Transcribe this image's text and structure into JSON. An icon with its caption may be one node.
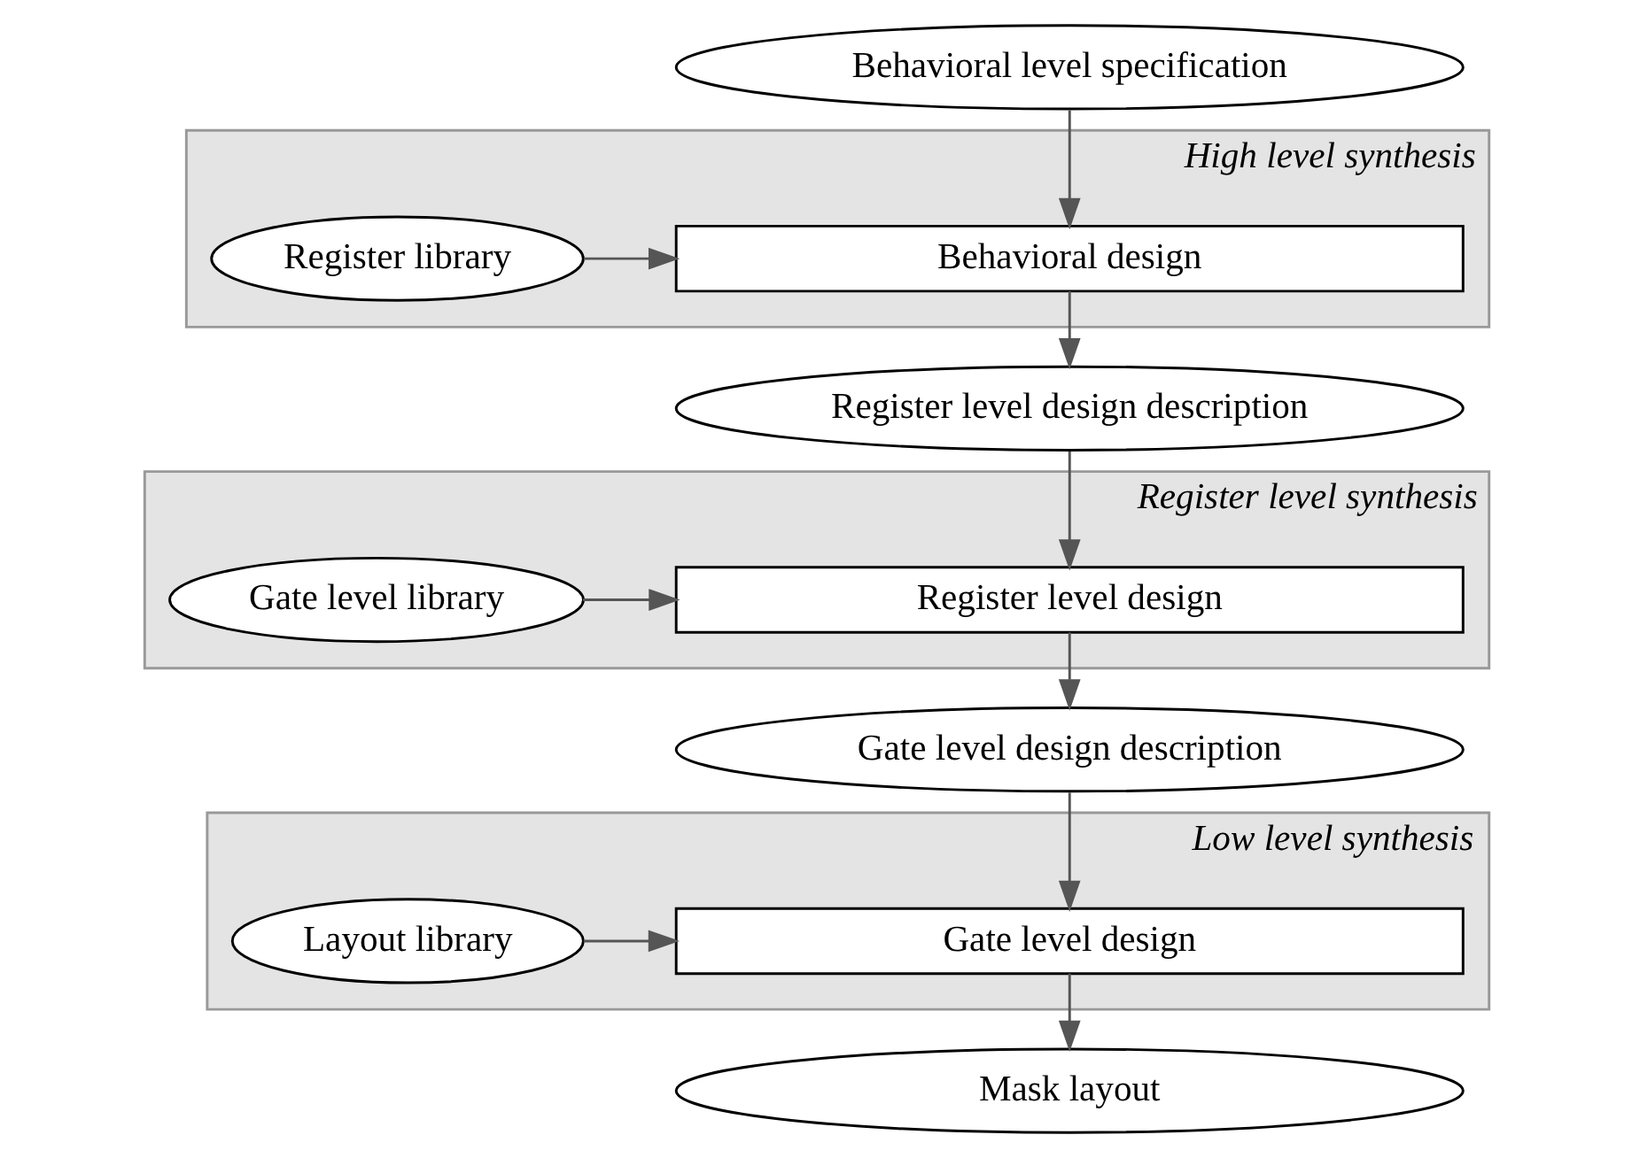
{
  "diagram": {
    "nodes": [
      {
        "text": [
          "Behavioral level specification"
        ]
      },
      {
        "text": [
          "High level synthesis"
        ]
      },
      {
        "text": [
          "Behavioral design"
        ],
        "in": 1
      },
      {
        "text": [
          "Register library"
        ],
        "in": 1
      },
      {
        "text": [
          "Register level design description"
        ]
      },
      {
        "text": [
          "Register level synthesis"
        ]
      },
      {
        "text": [
          "Register level design"
        ],
        "in": 5
      },
      {
        "text": [
          "Gate level library"
        ],
        "in": 5
      },
      {
        "text": [
          "Gate level design description"
        ]
      },
      {
        "text": [
          "Low level synthesis"
        ]
      },
      {
        "text": [
          "Gate level design"
        ],
        "in": 9
      },
      {
        "text": [
          "Layout library"
        ],
        "in": 9
      },
      {
        "text": [
          "Mask layout"
        ]
      }
    ],
    "edges": [
      {
        "from": 0,
        "to": 2,
        "arrow": "to"
      },
      {
        "from": 3,
        "to": 2,
        "arrow": "to"
      },
      {
        "from": 2,
        "to": 4,
        "arrow": "to"
      },
      {
        "from": 4,
        "to": 6,
        "arrow": "to"
      },
      {
        "from": 7,
        "to": 6,
        "arrow": "to"
      },
      {
        "from": 6,
        "to": 8,
        "arrow": "to"
      },
      {
        "from": 8,
        "to": 10,
        "arrow": "to"
      },
      {
        "from": 11,
        "to": 10,
        "arrow": "to"
      },
      {
        "from": 10,
        "to": 12,
        "arrow": "to"
      }
    ]
  }
}
